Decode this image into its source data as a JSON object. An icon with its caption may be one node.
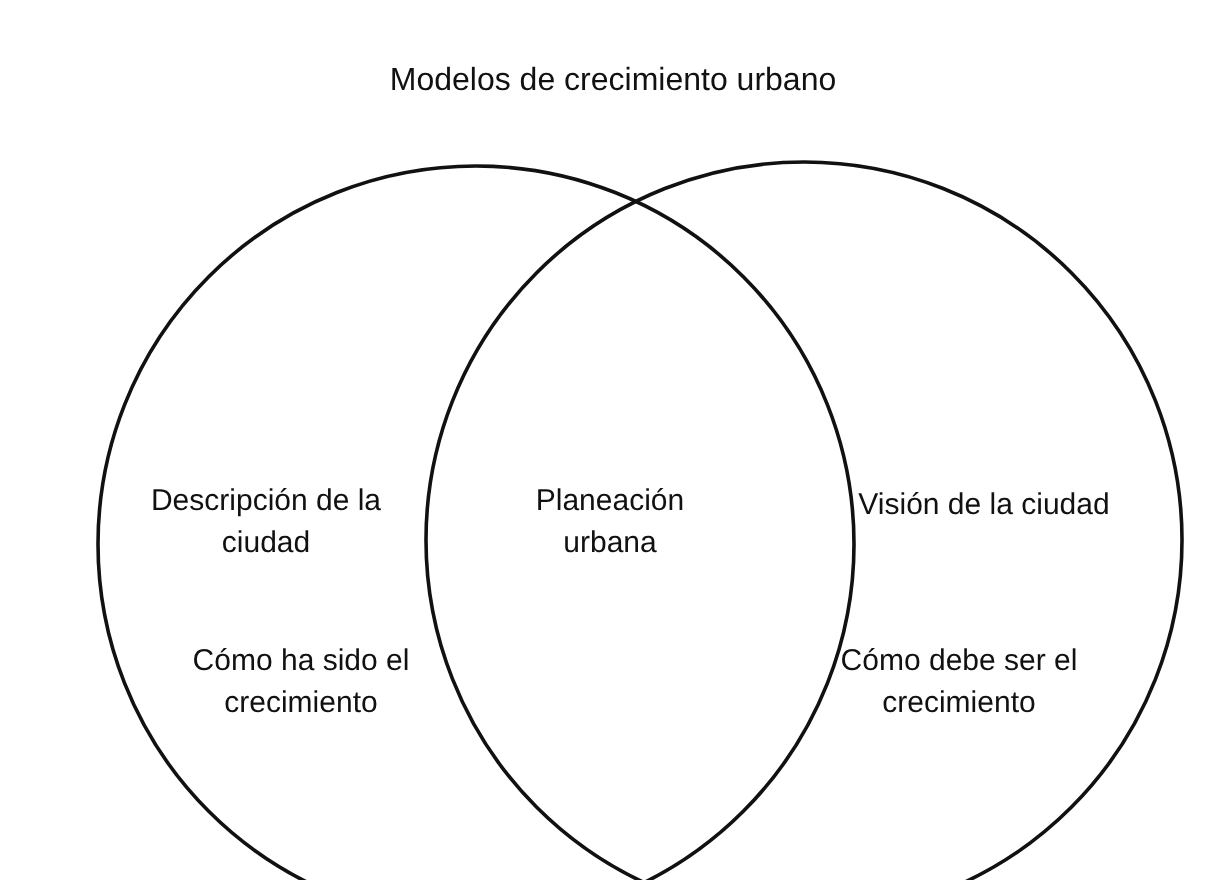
{
  "diagram": {
    "title": "Modelos de crecimiento urbano",
    "nodes": [
      {
        "text": [
          "Descripción de la ciudad",
          "Cómo ha sido el crecimiento"
        ]
      },
      {
        "text": [
          "Visión de la ciudad",
          "Cómo debe ser el crecimiento"
        ]
      }
    ],
    "edges": [],
    "labels": [
      "Planeación urbana"
    ]
  }
}
